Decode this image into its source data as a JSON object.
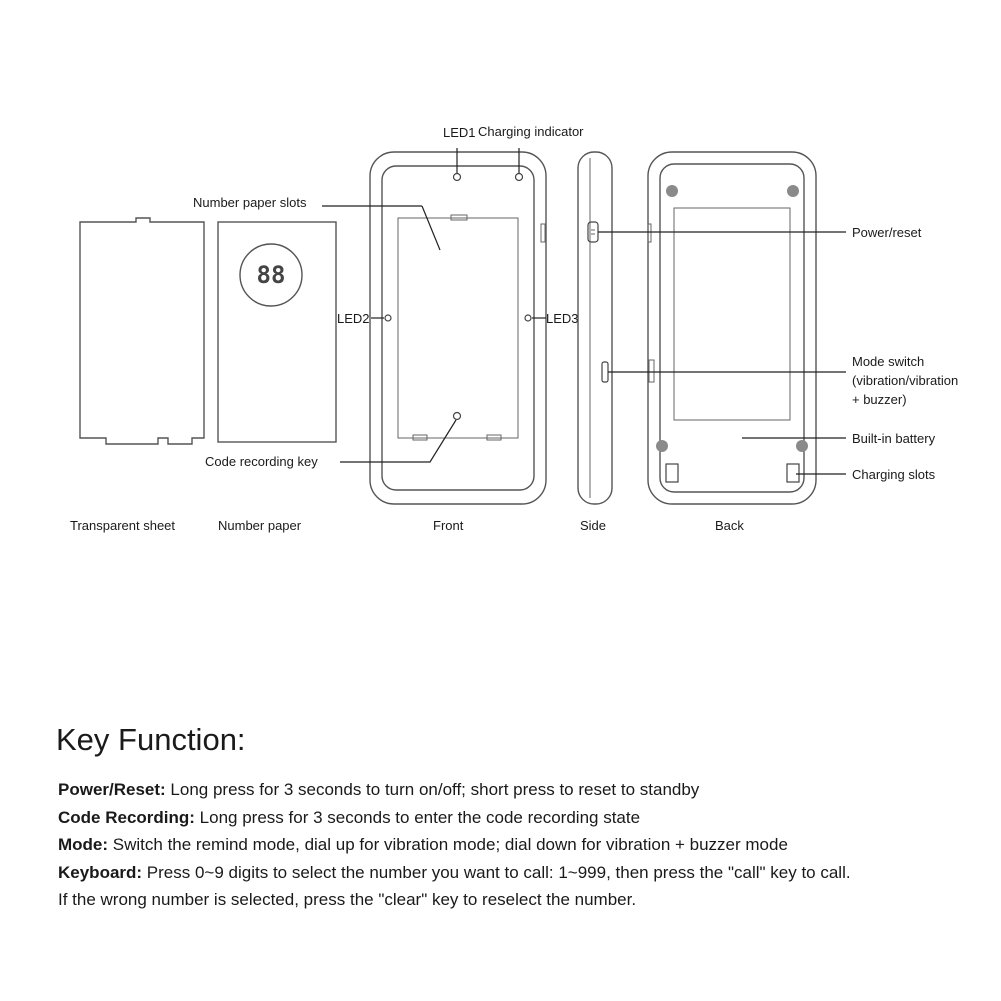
{
  "diagram": {
    "views": {
      "transparent_sheet": "Transparent sheet",
      "number_paper": "Number paper",
      "front": "Front",
      "side": "Side",
      "back": "Back"
    },
    "display_digits": "88",
    "callouts": {
      "led1": "LED1",
      "charging_indicator": "Charging indicator",
      "number_paper_slots": "Number paper slots",
      "led2": "LED2",
      "led3": "LED3",
      "code_recording_key": "Code recording key",
      "power_reset": "Power/reset",
      "mode_switch_line1": "Mode switch",
      "mode_switch_line2": "(vibration/vibration",
      "mode_switch_line3": "+ buzzer)",
      "built_in_battery": "Built-in battery",
      "charging_slots": "Charging slots"
    }
  },
  "key_function": {
    "title": "Key Function:",
    "items": [
      {
        "label": "Power/Reset:",
        "text": " Long press for 3 seconds to turn on/off; short press to reset to standby"
      },
      {
        "label": "Code Recording:",
        "text": " Long press for 3 seconds to enter the code recording state"
      },
      {
        "label": "Mode:",
        "text": " Switch the remind mode, dial up for vibration mode; dial down for vibration + buzzer mode"
      },
      {
        "label": "Keyboard:",
        "text": " Press 0~9 digits to select the number you want to call: 1~999, then press the \"call\" key to call."
      }
    ],
    "continuation": "If the wrong number is selected, press the \"clear\" key to reselect the number."
  }
}
